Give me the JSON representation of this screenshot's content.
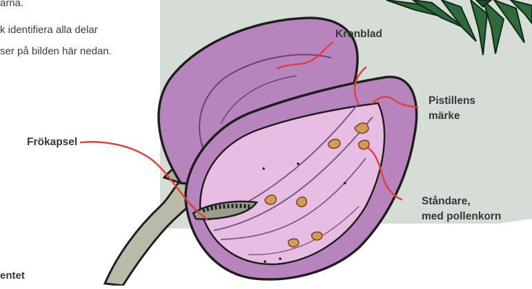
{
  "intro": {
    "line1": "arna.",
    "line2": "k identifiera alla delar",
    "line3": "ser på bilden här nedan."
  },
  "bottom_text": "entet",
  "labels": {
    "kronblad": "Kronblad",
    "pistillens_line1": "Pistillens",
    "pistillens_line2": "märke",
    "frokapsel": "Frökapsel",
    "standare_line1": "Ståndare,",
    "standare_line2": "med pollenkorn"
  },
  "colors": {
    "background_panel": "#d5ddd6",
    "petal": "#b884bd",
    "petal_inner": "#e7bde4",
    "leader_line": "#e0403e",
    "stem": "#b9bba8",
    "leaf": "#2e6a3c",
    "anther": "#d69a55"
  }
}
